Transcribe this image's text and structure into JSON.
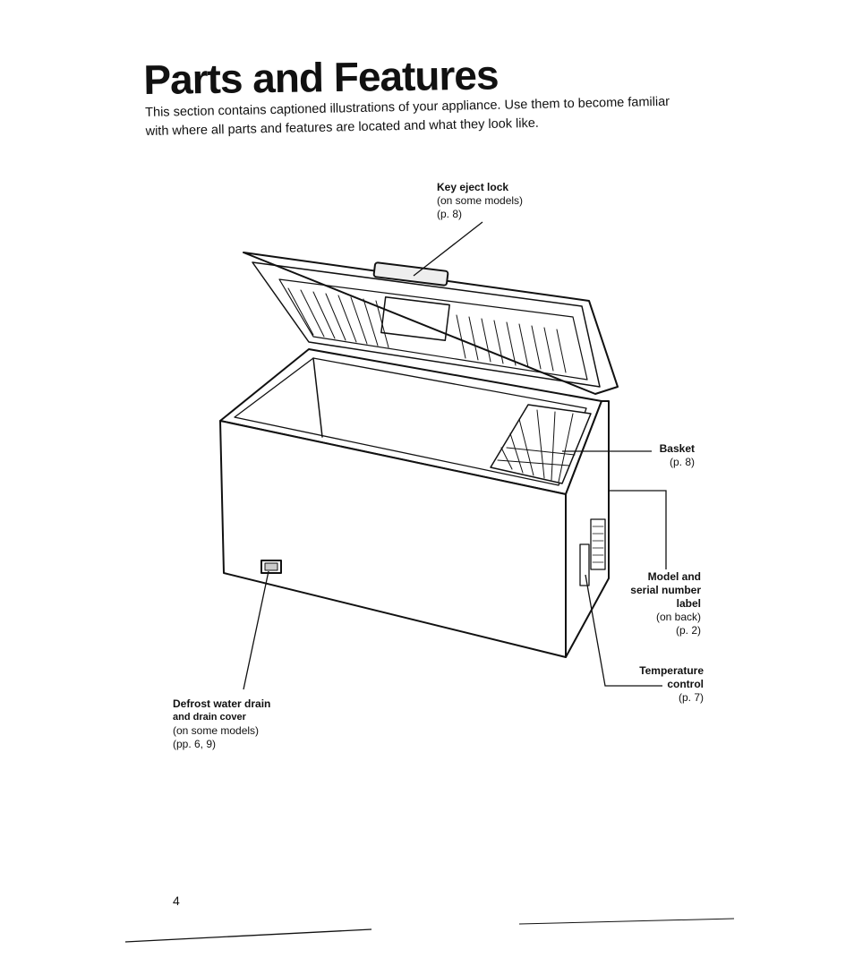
{
  "page": {
    "title": "Parts and Features",
    "intro_line1": "This section contains captioned illustrations of your appliance. Use them to become familiar",
    "intro_line2": "with where all parts and features are located and what they look like.",
    "page_number": "4"
  },
  "labels": {
    "key_eject_lock": {
      "name": "Key eject lock",
      "note": "(on some models)",
      "ref": "(p. 8)"
    },
    "basket": {
      "name": "Basket",
      "ref": "(p. 8)"
    },
    "model_serial": {
      "name1": "Model and",
      "name2": "serial number",
      "name3": "label",
      "note": "(on back)",
      "ref": "(p. 2)"
    },
    "temperature": {
      "name1": "Temperature",
      "name2": "control",
      "ref": "(p. 7)"
    },
    "defrost": {
      "name1": "Defrost water drain",
      "name2": "and drain cover",
      "note": "(on some models)",
      "ref": "(pp. 6, 9)"
    }
  }
}
